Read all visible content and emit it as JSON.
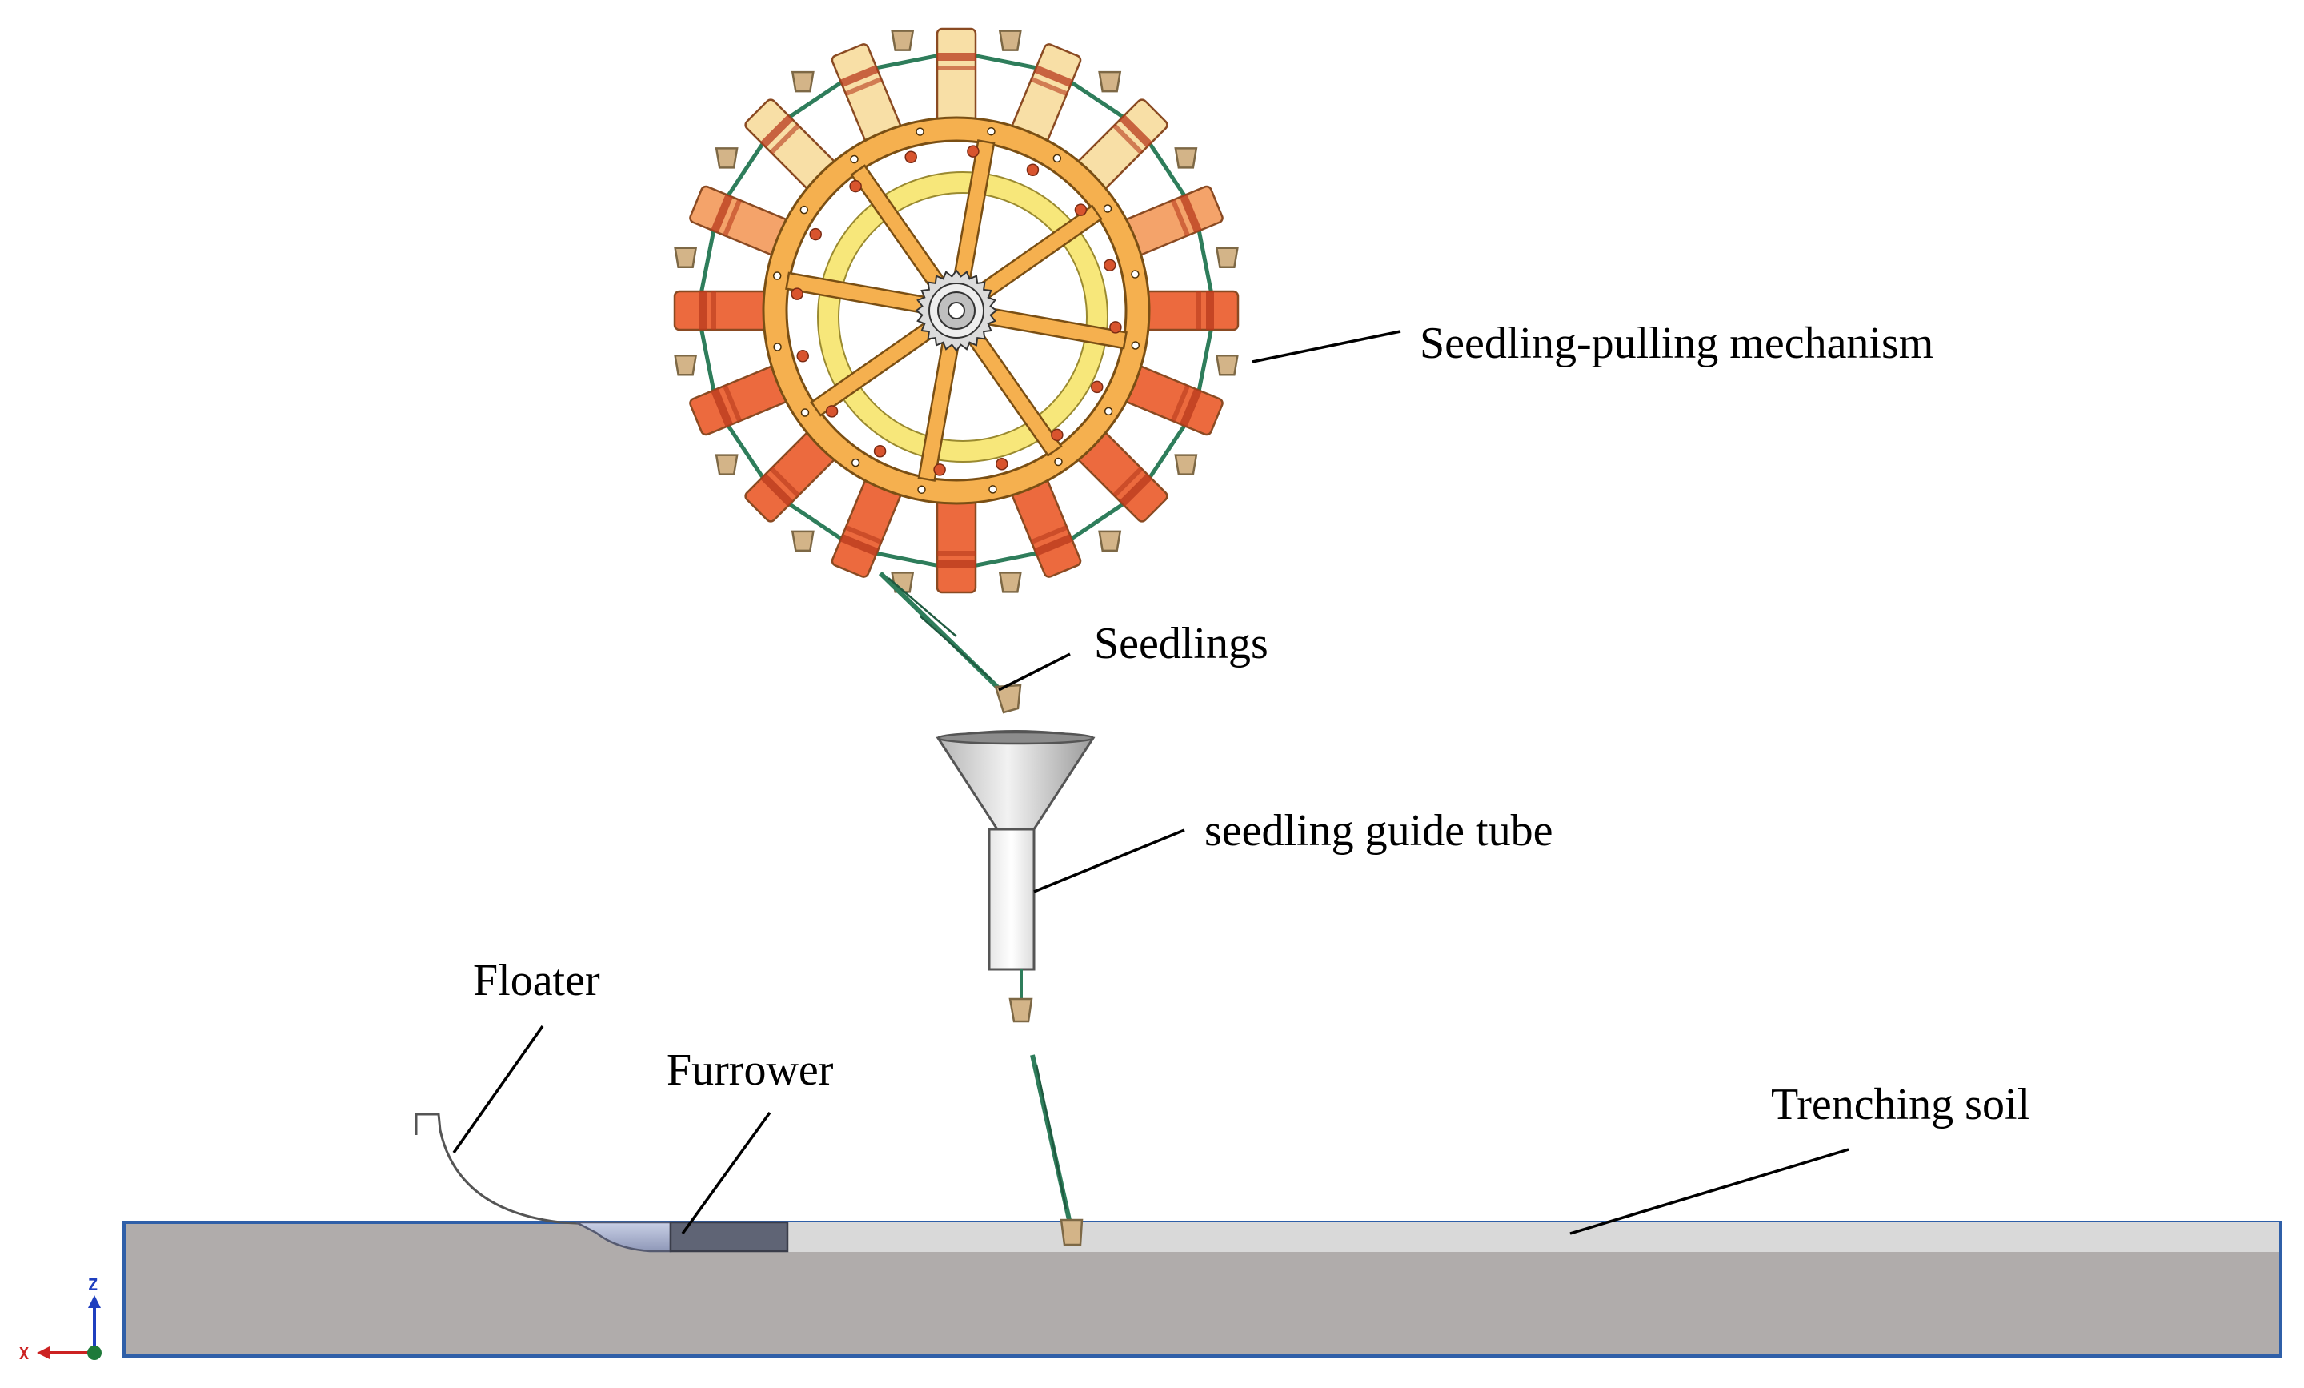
{
  "labels": {
    "mechanism": "Seedling-pulling mechanism",
    "seedlings": "Seedlings",
    "guide_tube": "seedling guide tube",
    "floater": "Floater",
    "furrower": "Furrower",
    "soil": "Trenching soil"
  },
  "axes": {
    "z": "Z",
    "x": "X"
  },
  "colors": {
    "arm_light": "#f8dfa6",
    "arm_mid": "#f4a36a",
    "arm_dark": "#ec6a3e",
    "wheel_ring": "#f5b04f",
    "wheel_inner": "#f7e77a",
    "seedling_leaf": "#2e7d5b",
    "seedling_root": "#d3b488",
    "soil_top": "#d9d9d9",
    "soil_body": "#b0acab",
    "soil_border": "#2f5fa8",
    "furrower": "#5f6475",
    "axis_z": "#1f3fbf",
    "axis_x": "#cc2222",
    "axis_origin": "#1e7a3a"
  }
}
